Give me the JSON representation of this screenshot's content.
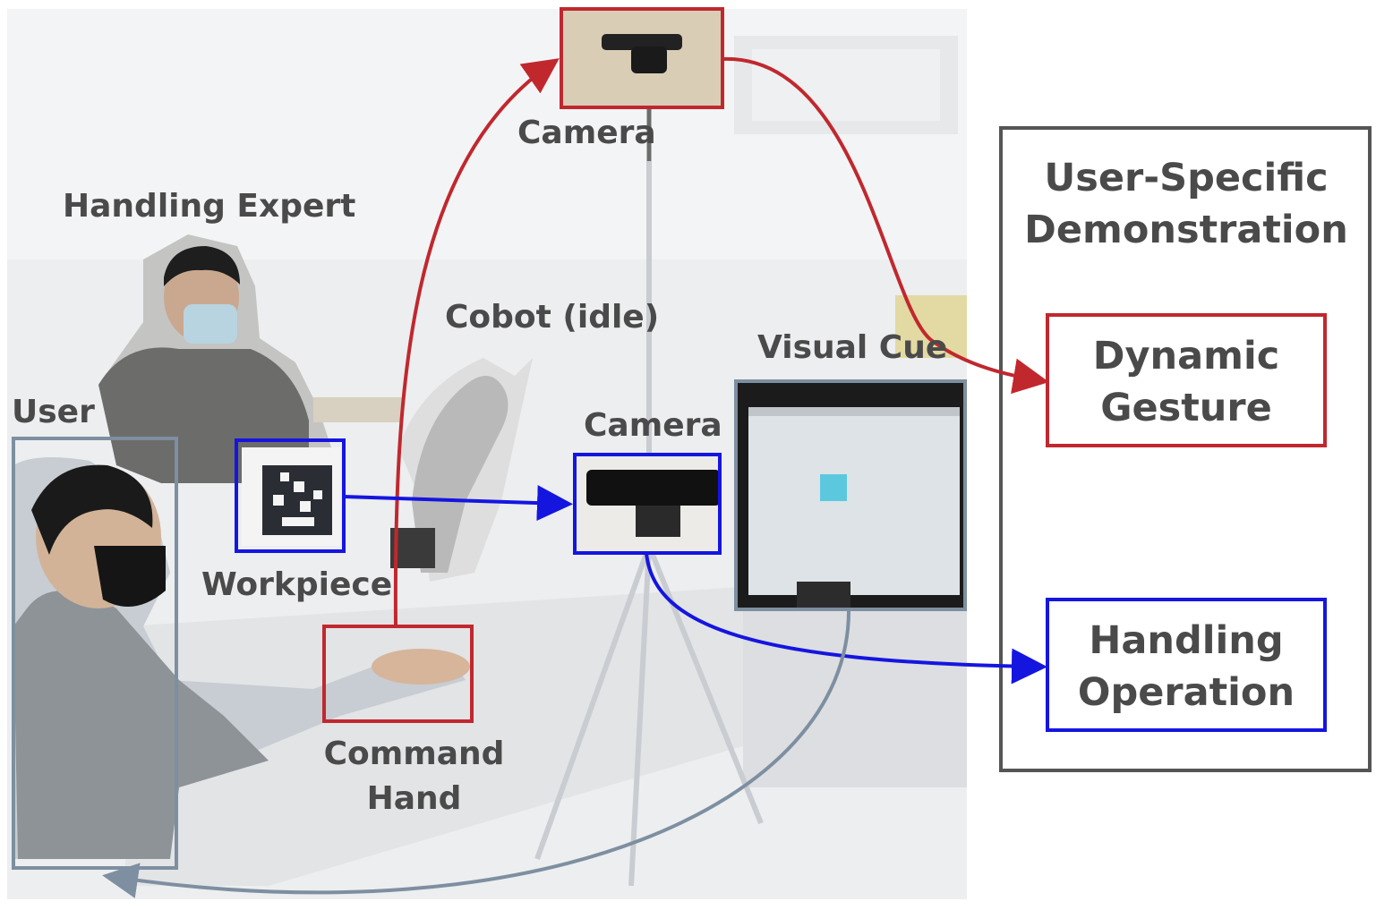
{
  "labels": {
    "camera_top": "Camera",
    "handling_expert": "Handling Expert",
    "cobot": "Cobot (idle)",
    "visual_cue": "Visual Cue",
    "user": "User",
    "camera_mid": "Camera",
    "workpiece": "Workpiece",
    "command_hand_line1": "Command",
    "command_hand_line2": "Hand"
  },
  "panel": {
    "title_line1": "User-Specific",
    "title_line2": "Demonstration",
    "gesture_line1": "Dynamic",
    "gesture_line2": "Gesture",
    "operation_line1": "Handling",
    "operation_line2": "Operation"
  },
  "colors": {
    "red": "#c0282e",
    "blue": "#1515e0",
    "slate": "#7d8fa0",
    "panel_border": "#555555",
    "text": "#4a4a4a"
  },
  "icons": {
    "workpiece_marker": "aruco-marker-icon",
    "monitor_cube": "cube-icon"
  }
}
